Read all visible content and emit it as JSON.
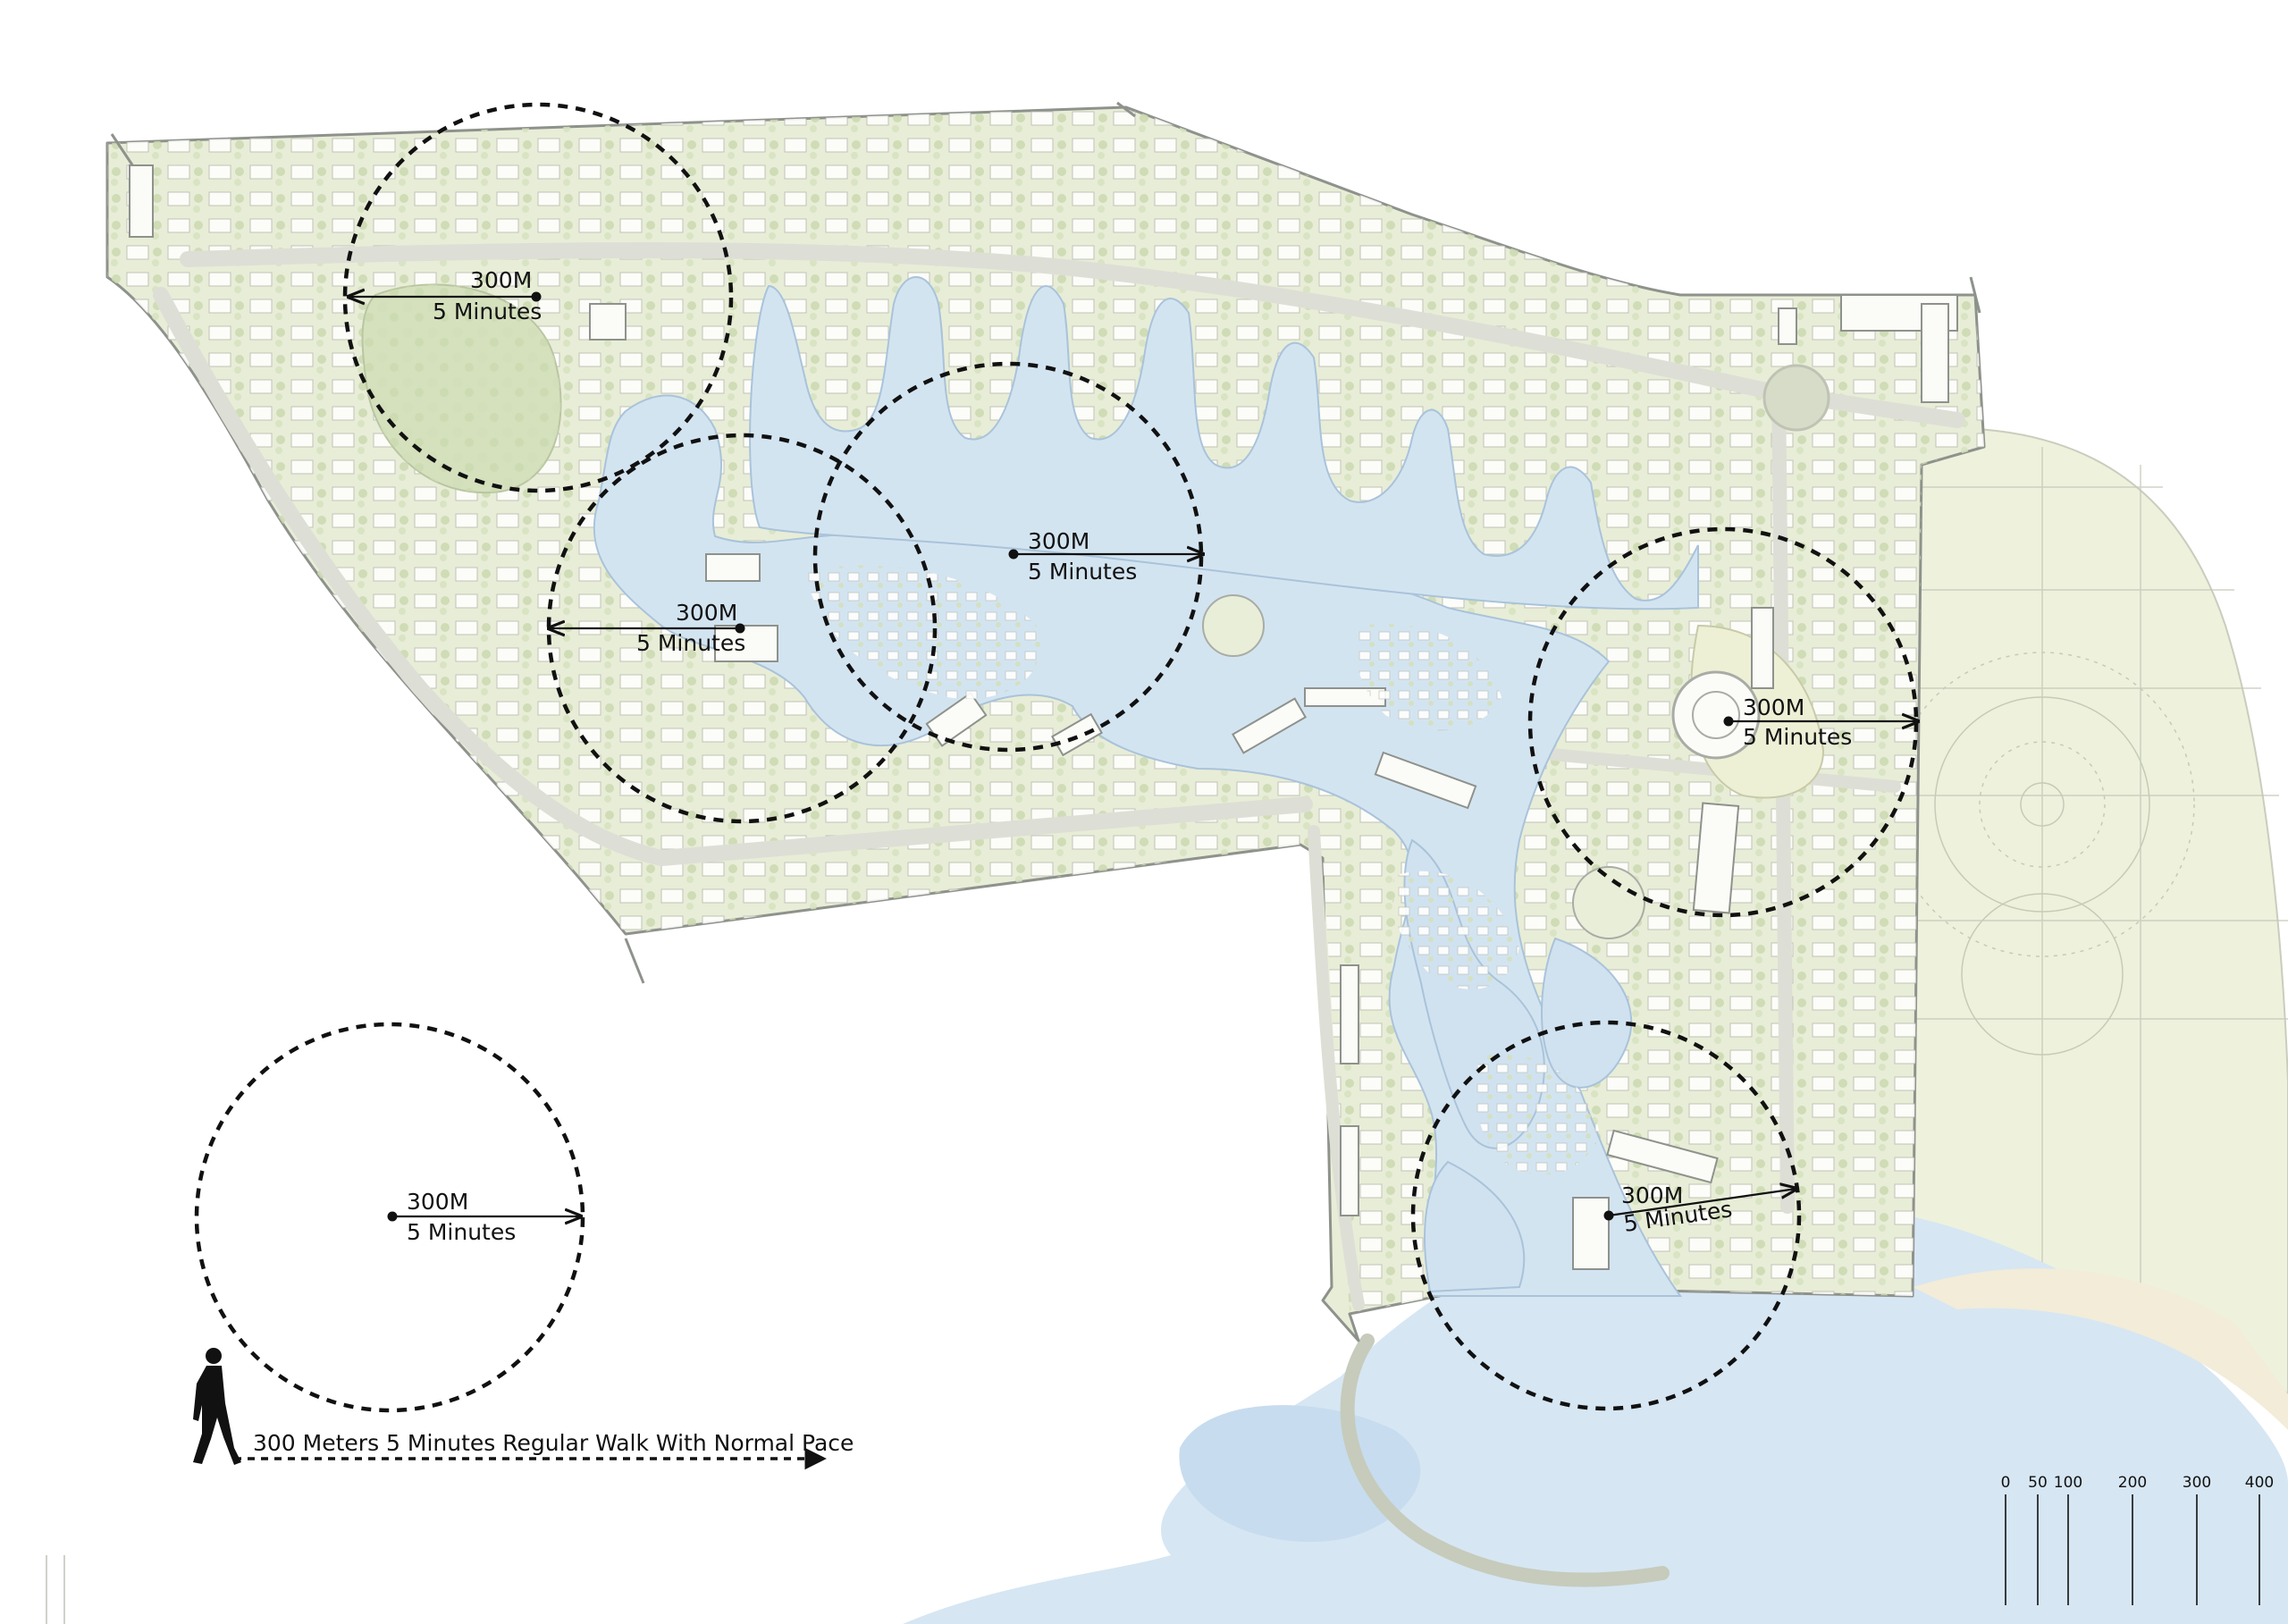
{
  "radius_labels": [
    {
      "distance": "300M",
      "time": "5 Minutes"
    },
    {
      "distance": "300M",
      "time": "5 Minutes"
    },
    {
      "distance": "300M",
      "time": "5 Minutes"
    },
    {
      "distance": "300M",
      "time": "5 Minutes"
    },
    {
      "distance": "300M",
      "time": "5 Minutes"
    }
  ],
  "legend": {
    "distance": "300M",
    "time": "5 Minutes",
    "walk_caption": "300 Meters 5 Minutes Regular  Walk With Normal Pace"
  },
  "scale_bar": {
    "ticks": [
      "0",
      "50",
      "100",
      "200",
      "300",
      "400"
    ]
  },
  "colors": {
    "site_green": "#e7ecd6",
    "water": "#d3e4f1",
    "beach_sand": "#f2ecd9",
    "buildings": "#fbfbf7",
    "outline": "#8e928c",
    "circle": "#111111"
  },
  "icons": [
    "walking-person-icon",
    "arrow-right-icon"
  ]
}
